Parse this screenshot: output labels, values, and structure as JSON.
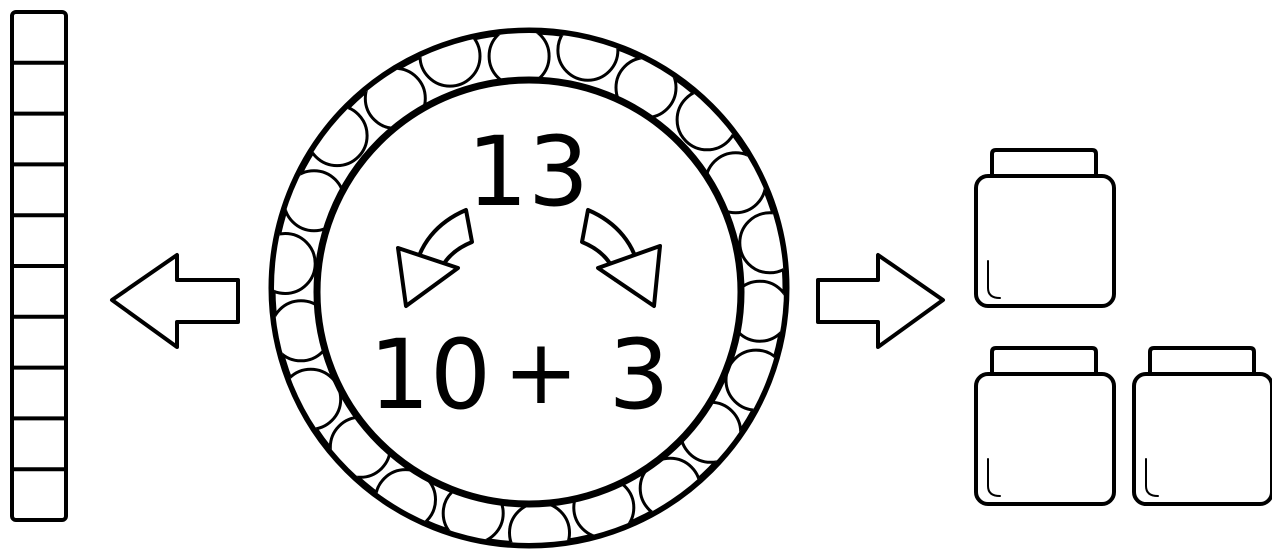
{
  "top_number": "13",
  "equation": {
    "tens": "10",
    "operator": "+",
    "ones": "3"
  },
  "ten_rod": {
    "units": 10
  },
  "ones_cubes": {
    "count": 3
  },
  "colors": {
    "ink": "#000000",
    "paper": "#ffffff"
  }
}
